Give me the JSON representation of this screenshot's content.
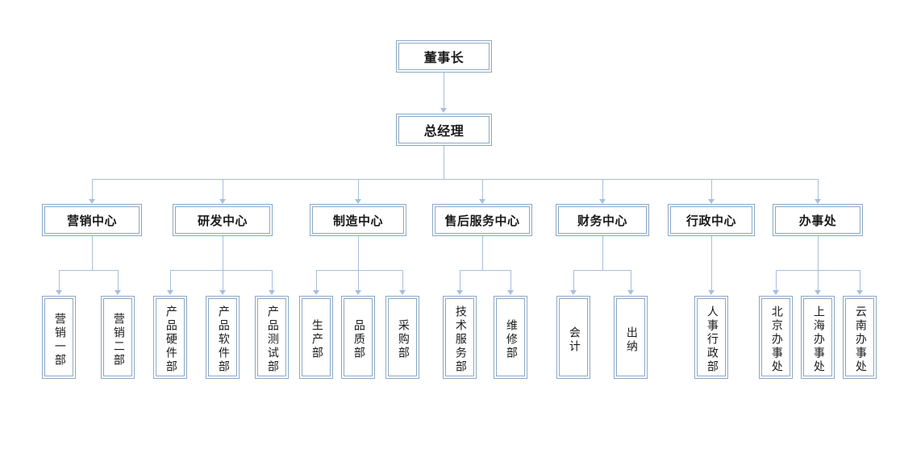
{
  "diagram": {
    "title_text": "",
    "type": "org-chart",
    "colors": {
      "border": "#8ba8c4",
      "connector": "#a8bedd",
      "background": "#ffffff",
      "text": "#1a1a1a"
    }
  },
  "nodes": {
    "chairman": {
      "label": "董事长",
      "level": 1
    },
    "general_manager": {
      "label": "总经理",
      "level": 1
    },
    "divisions": [
      {
        "label": "营销中心",
        "level": 2
      },
      {
        "label": "研发中心",
        "level": 2
      },
      {
        "label": "制造中心",
        "level": 2
      },
      {
        "label": "售后服务中心",
        "level": 2
      },
      {
        "label": "财务中心",
        "level": 2
      },
      {
        "label": "行政中心",
        "level": 2
      },
      {
        "label": "办事处",
        "level": 2
      }
    ],
    "departments": [
      {
        "label": "营销一部",
        "level": 3,
        "parent": "营销中心"
      },
      {
        "label": "营销二部",
        "level": 3,
        "parent": "营销中心"
      },
      {
        "label": "产品硬件部",
        "level": 3,
        "parent": "研发中心"
      },
      {
        "label": "产品软件部",
        "level": 3,
        "parent": "研发中心"
      },
      {
        "label": "产品测试部",
        "level": 3,
        "parent": "研发中心"
      },
      {
        "label": "生产部",
        "level": 3,
        "parent": "制造中心"
      },
      {
        "label": "品质部",
        "level": 3,
        "parent": "制造中心"
      },
      {
        "label": "采购部",
        "level": 3,
        "parent": "制造中心"
      },
      {
        "label": "技术服务部",
        "level": 3,
        "parent": "售后服务中心"
      },
      {
        "label": "维修部",
        "level": 3,
        "parent": "售后服务中心"
      },
      {
        "label": "会计",
        "level": 3,
        "parent": "财务中心"
      },
      {
        "label": "出纳",
        "level": 3,
        "parent": "财务中心"
      },
      {
        "label": "人事行政部",
        "level": 3,
        "parent": "行政中心"
      },
      {
        "label": "北京办事处",
        "level": 3,
        "parent": "办事处"
      },
      {
        "label": "上海办事处",
        "level": 3,
        "parent": "办事处"
      },
      {
        "label": "云南办事处",
        "level": 3,
        "parent": "办事处"
      }
    ]
  }
}
